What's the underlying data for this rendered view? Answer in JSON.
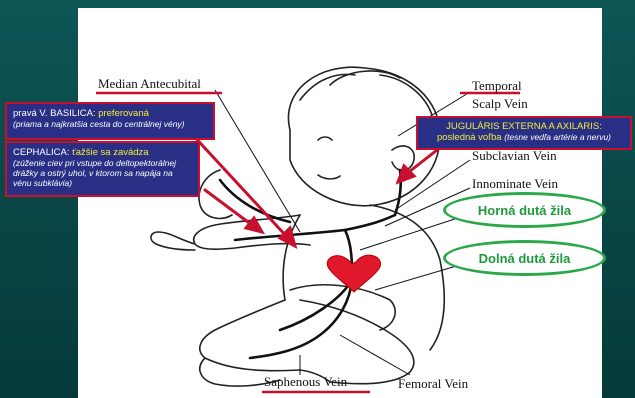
{
  "labels": {
    "median_antecubital": "Median Antecubital",
    "temporal": "Temporal",
    "scalp_vein": "Scalp Vein",
    "subclavian_vein": "Subclavian Vein",
    "innominate_vein": "Innominate Vein",
    "saphenous_vein": "Saphenous Vein",
    "femoral_vein": "Femoral Vein"
  },
  "callouts": {
    "basilica": {
      "title_prefix": "pravá V. BASILICA: ",
      "title_accent": "preferovaná",
      "subtitle": "(priama a najkratšia cesta do centrálnej vény)"
    },
    "cephalica": {
      "title_prefix": "CEPHALICA: ",
      "title_accent": "ťažšie sa zavádza",
      "subtitle": "(zúženie ciev pri vstupe do deltopektorálnej drážky a ostrý uhol, v ktorom sa napája na vénu subklávia)"
    },
    "jugularis": {
      "title": "JUGULÁRIS EXTERNA A AXILARIS:",
      "accent": "posledná voľba",
      "subtitle": "(tesne vedľa artérie a nervu)"
    }
  },
  "ovals": {
    "upper": "Horná dutá žila",
    "lower": "Dolná dutá žila"
  },
  "colors": {
    "background": "#0a4a4a",
    "callout_fill": "#2a2f86",
    "callout_border": "#c8102e",
    "accent_yellow": "#f2ee3a",
    "oval_green": "#2aa84a",
    "heart_red": "#e0182c"
  }
}
